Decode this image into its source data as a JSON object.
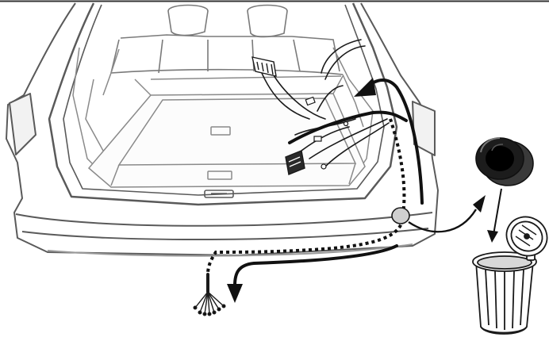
{
  "illustration": {
    "kind": "installation-instruction-drawing",
    "subjects": [
      "car-rear-trunk",
      "wiring-harness",
      "grommet-plug",
      "trash-bin"
    ],
    "colors": {
      "outline": "#5a5a5a",
      "outline_light": "#9a9a9a",
      "cable": "#1a1a1a",
      "arrow": "#111111",
      "fill": "#ffffff",
      "shade": "#d8d8d8",
      "plug_dark": "#1c1c1c",
      "plug_mid": "#3a3a3a"
    }
  }
}
